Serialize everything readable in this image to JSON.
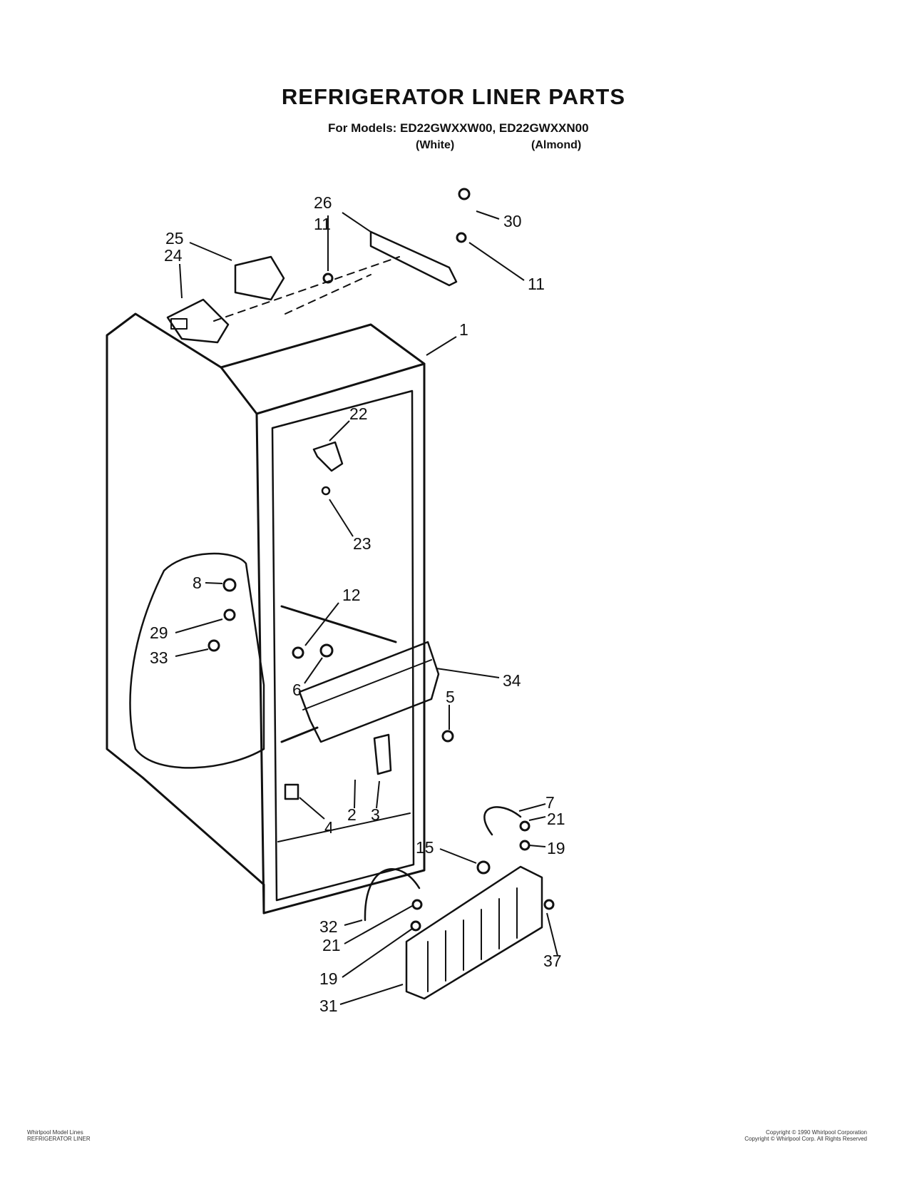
{
  "title": "REFRIGERATOR LINER PARTS",
  "models_line": "For Models: ED22GWXXW00, ED22GWXXN00",
  "finishes": [
    "(White)",
    "(Almond)"
  ],
  "callouts": [
    "1",
    "2",
    "3",
    "4",
    "5",
    "6",
    "7",
    "8",
    "11",
    "11",
    "12",
    "15",
    "19",
    "19",
    "21",
    "21",
    "22",
    "23",
    "24",
    "25",
    "26",
    "29",
    "30",
    "31",
    "32",
    "33",
    "34",
    "37"
  ],
  "footer_left": [
    "Whirlpool Model Lines",
    "REFRIGERATOR LINER"
  ],
  "footer_right": [
    "Copyright © 1990 Whirlpool Corporation",
    "Copyright © Whirlpool Corp. All Rights Reserved"
  ]
}
